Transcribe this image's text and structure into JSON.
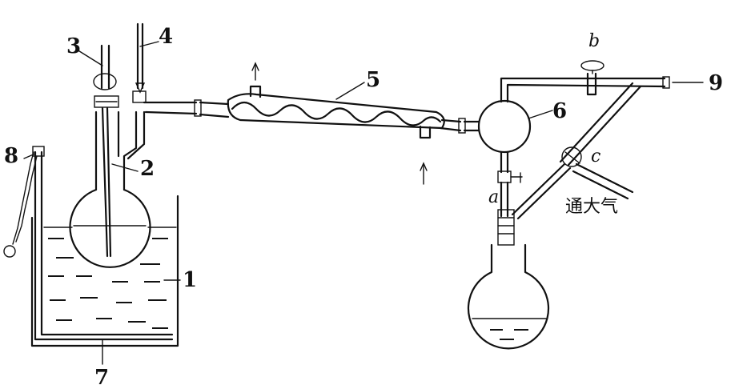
{
  "labels": {
    "n1": "1",
    "n2": "2",
    "n3": "3",
    "n4": "4",
    "n5": "5",
    "n6": "6",
    "n7": "7",
    "n8": "8",
    "n9": "9",
    "a": "a",
    "b": "b",
    "c": "c",
    "air": "通大气"
  }
}
